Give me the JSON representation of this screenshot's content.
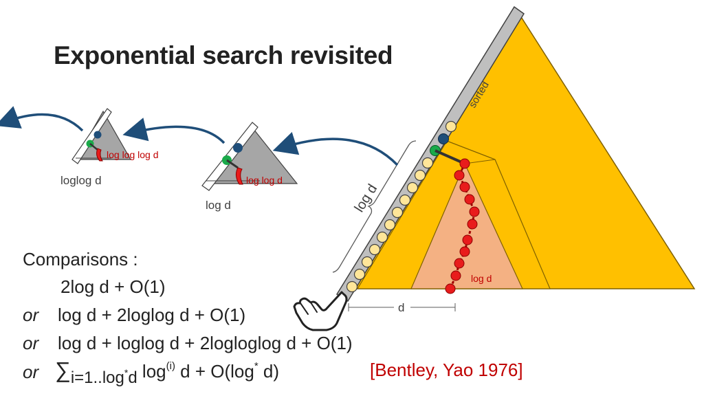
{
  "title": "Exponential search revisited",
  "labels": {
    "sorted": "sorted",
    "log_d_diag": "log d",
    "d": "d",
    "log_d_inner": "log d",
    "loglog_d_small": "log log d",
    "log_d_small": "log d",
    "logloglog_d_tiny": "log log log d",
    "loglog_d_tiny": "loglog d"
  },
  "comparisons": {
    "heading": "Comparisons :",
    "line1": "2log d + O(1)",
    "or": "or",
    "line2": "log d + 2loglog d + O(1)",
    "line3": "log d + loglog d + 2logloglog d + O(1)",
    "line4": {
      "sigma": "∑",
      "sub": "i=1..log",
      "sub_star": "*",
      "sub_end": "d",
      "log": "log",
      "sup_i": "(i)",
      "rest": " d + O(log",
      "star": "*",
      "end": " d)"
    },
    "citation": "[Bentley, Yao 1976]"
  },
  "colors": {
    "tree_yellow": "#FFC000",
    "subtree_salmon": "#F4B183",
    "path_red": "#E81C1C",
    "node_green": "#1AAA4A",
    "node_blue": "#1F4E79",
    "arrow_blue": "#1F4E79",
    "bar_gray": "#BFBFBF",
    "bead_fill": "#FFE699",
    "citation_red": "#C00000"
  },
  "icons": [
    "hand-pointer-icon"
  ]
}
